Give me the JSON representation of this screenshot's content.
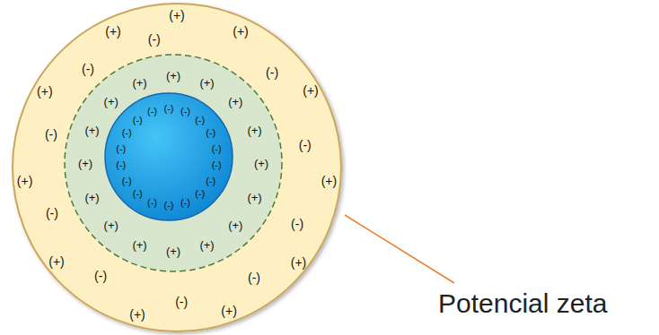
{
  "diagram": {
    "nodes": [
      {
        "text": [
          "(+)",
          "(+)",
          "(-)",
          "(+)",
          "(-)",
          "(+)",
          "(-)",
          "(+)",
          "(-)",
          "(+)",
          "(-)",
          "(+)",
          "(-)",
          "(+)",
          "(-)",
          "(+)",
          "(-)",
          "(+)",
          "(-)",
          "(+)",
          "(-)"
        ]
      },
      {
        "text": [
          "(+)",
          "(+)",
          "(+)",
          "(+)",
          "(+)",
          "(+)",
          "(+)",
          "(+)",
          "(+)",
          "(+)",
          "(+)",
          "(+)",
          "(+)",
          "(+)",
          "(+)",
          "(+)"
        ],
        "in": 0
      },
      {
        "text": [
          "(-)",
          "(-)",
          "(-)",
          "(-)",
          "(-)",
          "(-)",
          "(-)",
          "(-)",
          "(-)",
          "(-)",
          "(-)",
          "(-)",
          "(-)",
          "(-)",
          "(-)",
          "(-)",
          "(-)",
          "(-)"
        ],
        "in": 1
      }
    ],
    "labels": [
      "Potencial zeta"
    ]
  }
}
